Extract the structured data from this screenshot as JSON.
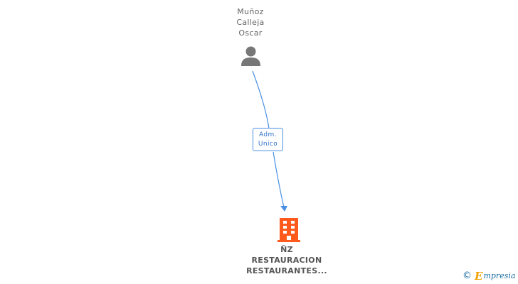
{
  "person": {
    "name_lines": [
      "Muñoz",
      "Calleja",
      "Oscar"
    ],
    "icon": "person-icon"
  },
  "relation": {
    "role_lines": [
      "Adm.",
      "Unico"
    ]
  },
  "company": {
    "name_lines": [
      "ÑZ",
      "RESTAURACION",
      "RESTAURANTES..."
    ],
    "icon": "building-icon",
    "color": "#ff5a1e"
  },
  "footer": {
    "copyright_symbol": "©",
    "brand_initial": "E",
    "brand_rest": "mpresia"
  },
  "colors": {
    "edge": "#4a90e2",
    "person_icon": "#777777",
    "text": "#666666"
  }
}
